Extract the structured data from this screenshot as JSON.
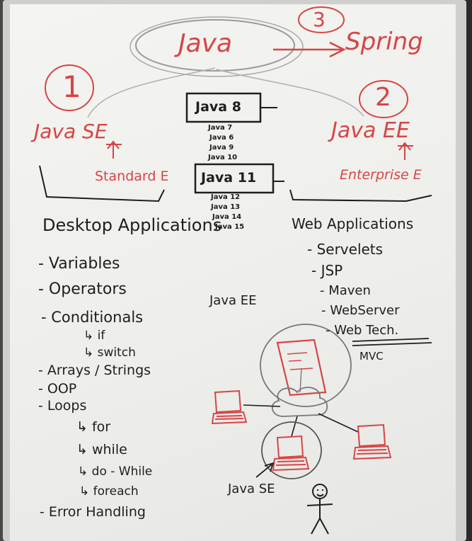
{
  "whiteboard": {
    "title": "Java",
    "spring": "Spring",
    "step_one": "1",
    "step_two": "2",
    "step_three": "3",
    "java_se": "Java SE",
    "java_ee": "Java EE",
    "standard": "Standard E",
    "enterprise": "Enterprise E",
    "versions": {
      "java8": "Java 8",
      "java11": "Java 11",
      "small_above": [
        "Java 7",
        "Java 6",
        "Java 9",
        "Java 10"
      ],
      "small_below": [
        "Java 12",
        "Java 13",
        "Java 14",
        "Java 15"
      ]
    },
    "desktop": {
      "heading": "Desktop Applications",
      "items": [
        "- Variables",
        "- Operators",
        "- Conditionals",
        "↳ if",
        "↳ switch",
        "- Arrays / Strings",
        "- OOP",
        "- Loops",
        "↳ for",
        "↳ while",
        "↳ do - While",
        "↳ foreach",
        "- Error Handling"
      ]
    },
    "web": {
      "heading": "Web Applications",
      "items": [
        "- Servelets",
        "- JSP",
        "- Maven",
        "- WebServer",
        "- Web Tech.",
        "MVC"
      ]
    },
    "diagram_label_ee": "Java EE",
    "diagram_label_se": "Java SE"
  }
}
